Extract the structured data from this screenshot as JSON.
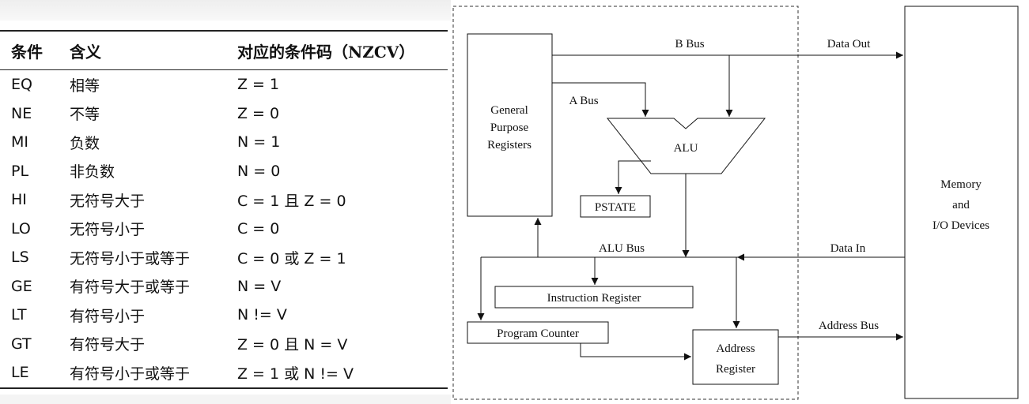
{
  "table": {
    "headers": [
      "条件",
      "含义",
      "对应的条件码（NZCV）"
    ],
    "rows": [
      [
        "EQ",
        "相等",
        "Z = 1"
      ],
      [
        "NE",
        "不等",
        "Z = 0"
      ],
      [
        "MI",
        "负数",
        "N = 1"
      ],
      [
        "PL",
        "非负数",
        "N = 0"
      ],
      [
        "HI",
        "无符号大于",
        "C = 1 且 Z = 0"
      ],
      [
        "LO",
        "无符号小于",
        "C = 0"
      ],
      [
        "LS",
        "无符号小于或等于",
        "C = 0 或 Z = 1"
      ],
      [
        "GE",
        "有符号大于或等于",
        "N = V"
      ],
      [
        "LT",
        "有符号小于",
        "N != V"
      ],
      [
        "GT",
        "有符号大于",
        "Z = 0 且 N = V"
      ],
      [
        "LE",
        "有符号小于或等于",
        "Z = 1 或 N != V"
      ]
    ]
  },
  "diagram": {
    "registers_lines": [
      "General",
      "Purpose",
      "Registers"
    ],
    "alu": "ALU",
    "pstate": "PSTATE",
    "instruction_register": "Instruction Register",
    "program_counter": "Program Counter",
    "address_register_lines": [
      "Address",
      "Register"
    ],
    "memory_lines": [
      "Memory",
      "and",
      "I/O Devices"
    ],
    "bus_labels": {
      "b_bus": "B Bus",
      "a_bus": "A Bus",
      "alu_bus": "ALU Bus",
      "data_out": "Data Out",
      "data_in": "Data In",
      "address_bus": "Address Bus"
    }
  }
}
